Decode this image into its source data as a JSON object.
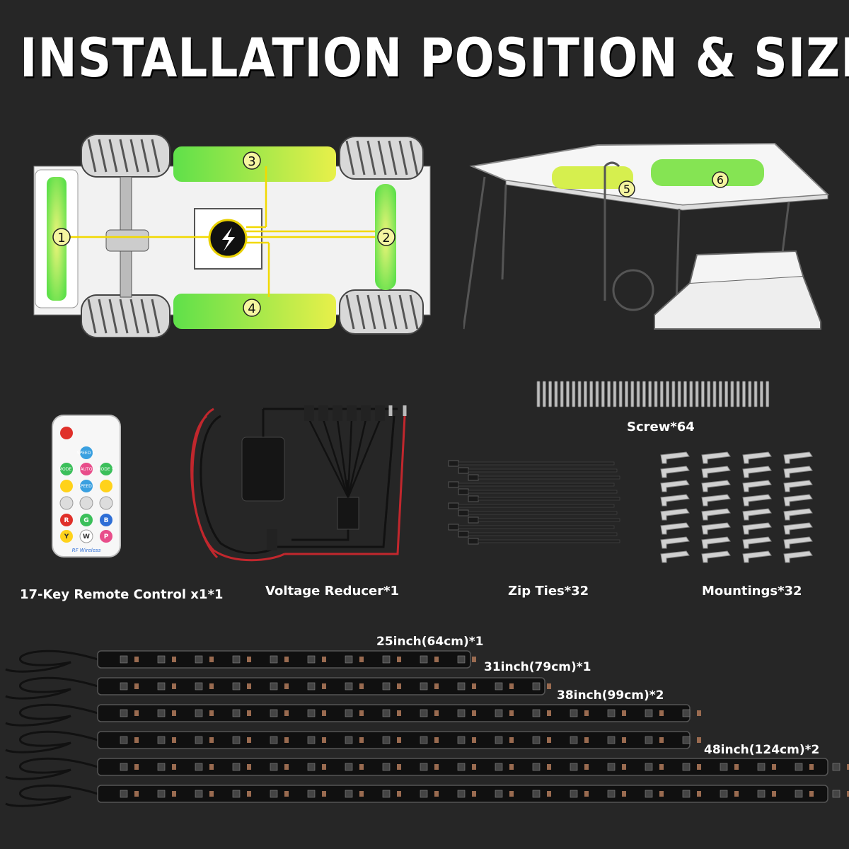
{
  "title": "INSTALLATION POSITION & SIZE",
  "positions": [
    "1",
    "2",
    "3",
    "4",
    "5",
    "6"
  ],
  "colors": {
    "background": "#262626",
    "glow_green": "#5fe04a",
    "glow_yellow": "#e8f04a",
    "wire": "#f2d900"
  },
  "accessories": {
    "remote_label": "17-Key Remote Control x1*1",
    "reducer_label": "Voltage Reducer*1",
    "zipties_label": "Zip Ties*32",
    "mountings_label": "Mountings*32",
    "screw_label": "Screw*64"
  },
  "remote": {
    "brand_text": "RF Wireless",
    "keys": [
      "SPEED +",
      "MODE -",
      "AUTO",
      "MODE +",
      "SPEED -",
      "R",
      "G",
      "B",
      "Y",
      "W",
      "P"
    ]
  },
  "strips": [
    {
      "label": "25inch(64cm)*1"
    },
    {
      "label": "31inch(79cm)*1"
    },
    {
      "label": "38inch(99cm)*2"
    },
    {
      "label": "48inch(124cm)*2"
    }
  ]
}
